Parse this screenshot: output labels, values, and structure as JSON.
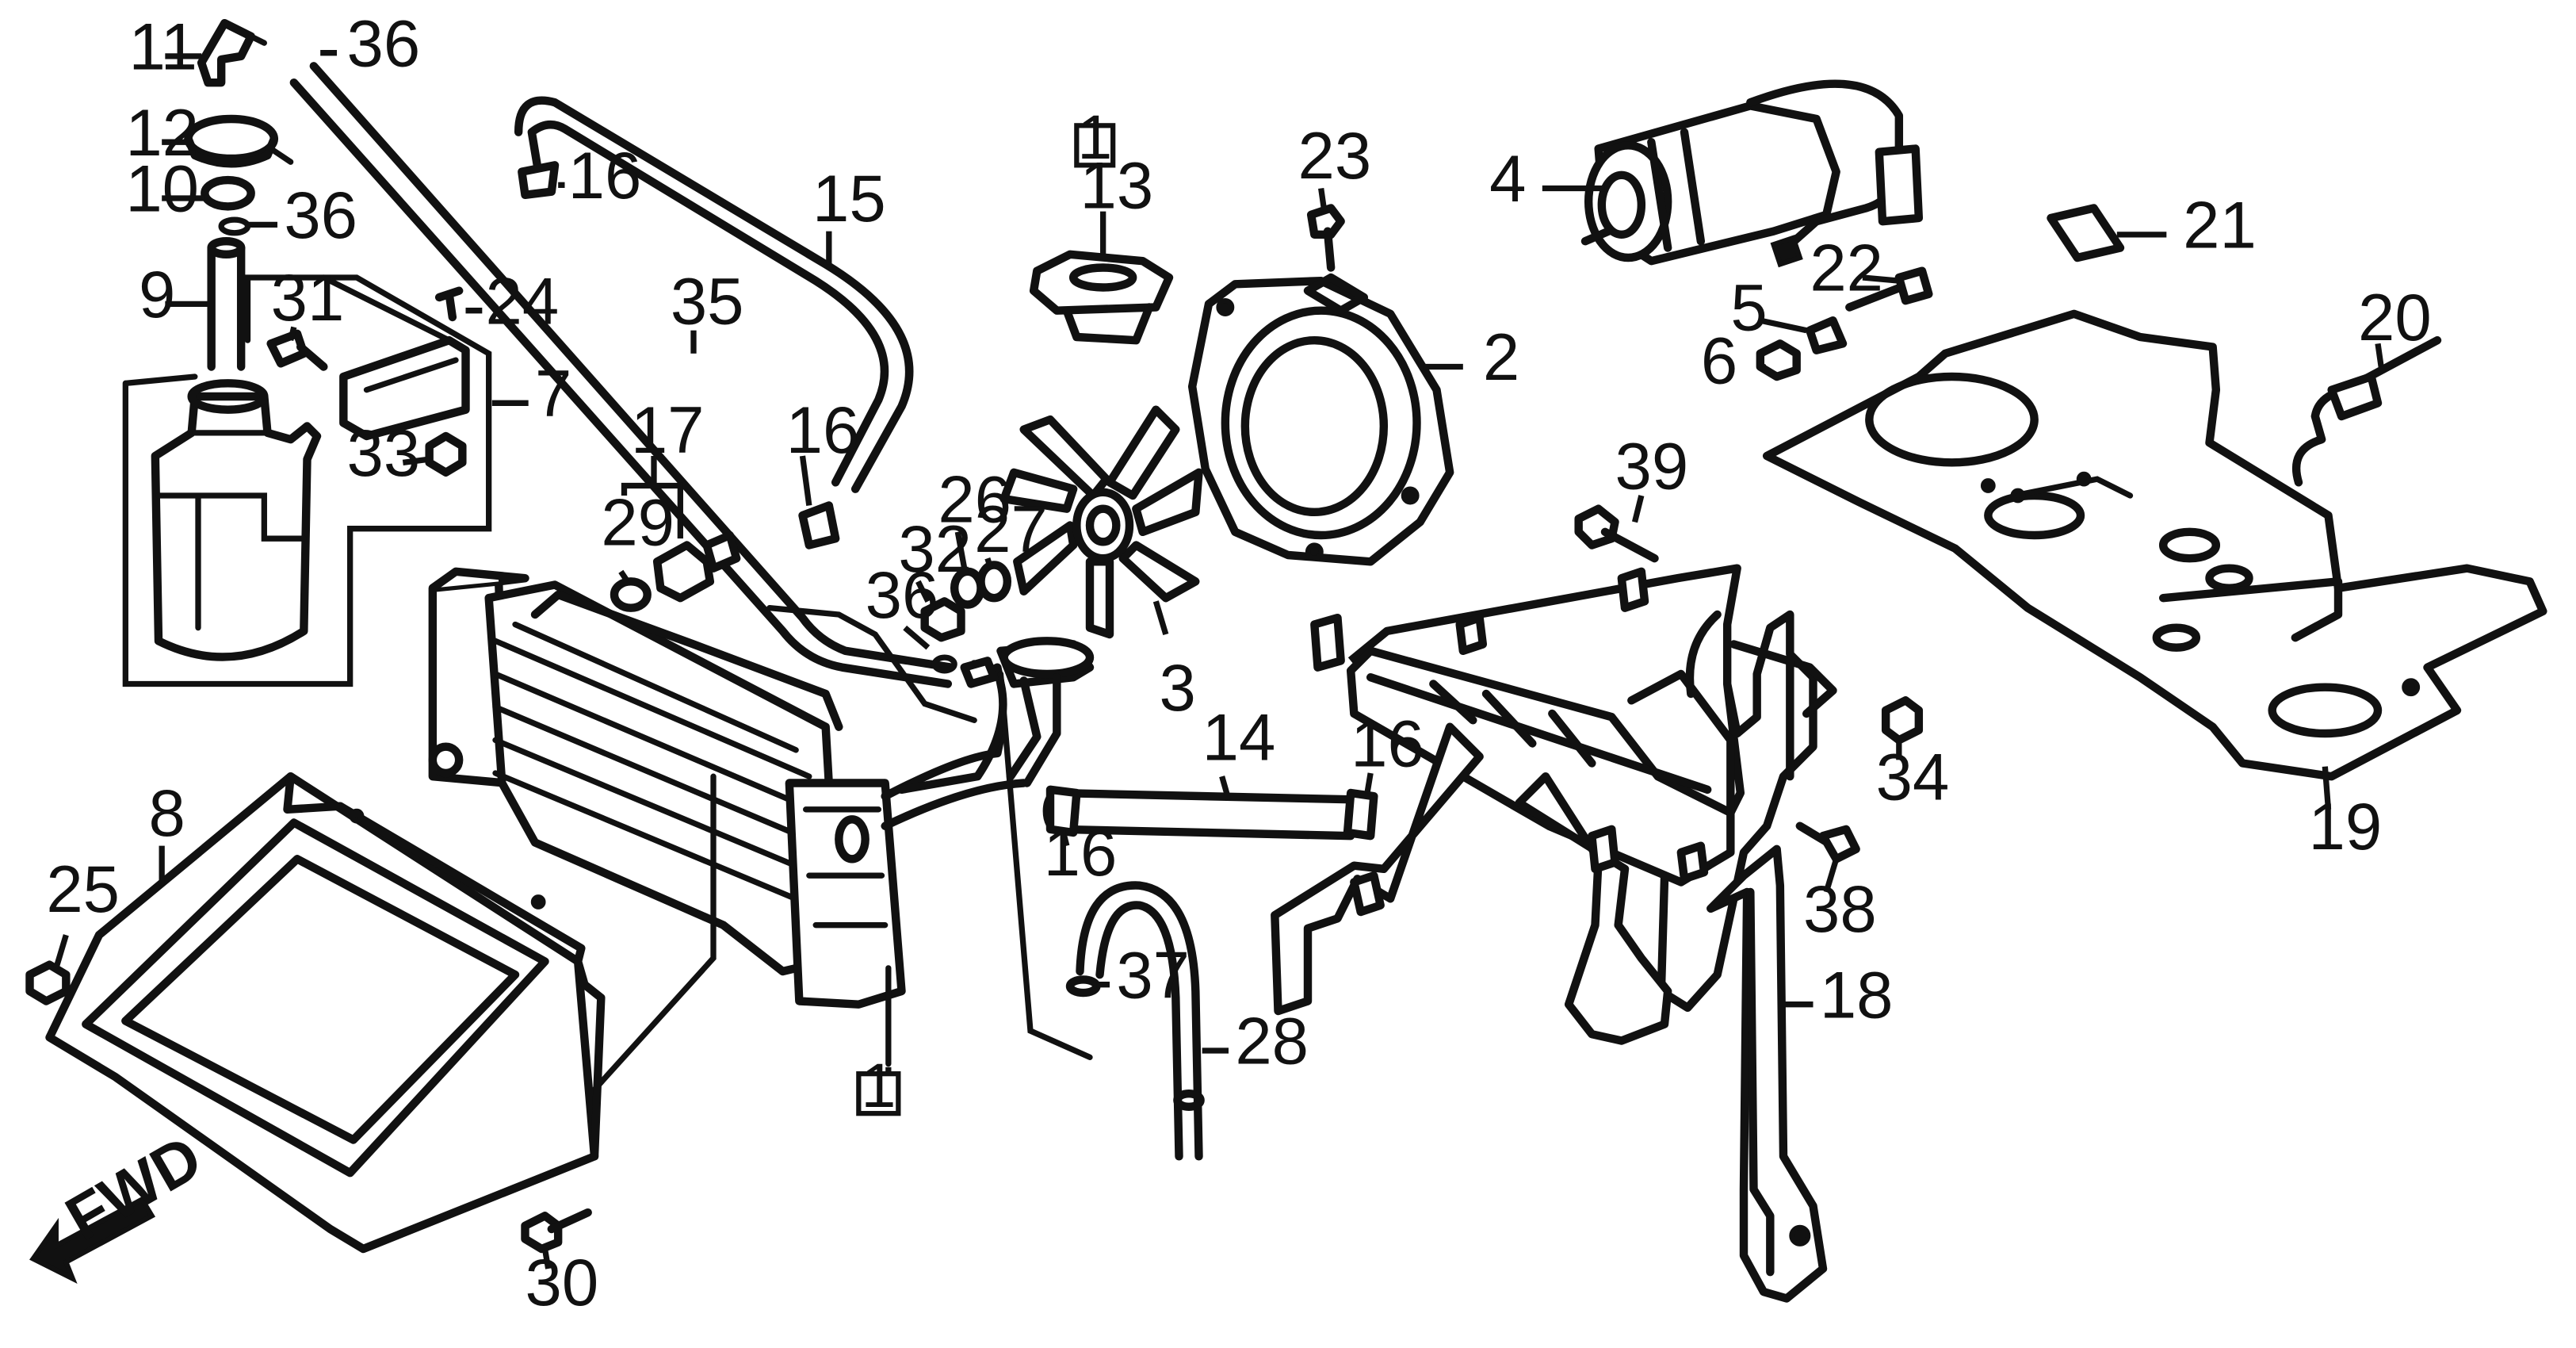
{
  "diagram": {
    "direction_label": "FWD",
    "callouts": [
      {
        "id": "c1",
        "text": "1"
      },
      {
        "id": "c2",
        "text": "2"
      },
      {
        "id": "c3",
        "text": "3"
      },
      {
        "id": "c4",
        "text": "4"
      },
      {
        "id": "c5",
        "text": "5"
      },
      {
        "id": "c6",
        "text": "6"
      },
      {
        "id": "c7",
        "text": "7"
      },
      {
        "id": "c8",
        "text": "8"
      },
      {
        "id": "c9",
        "text": "9"
      },
      {
        "id": "c10",
        "text": "10"
      },
      {
        "id": "c11",
        "text": "11"
      },
      {
        "id": "c12",
        "text": "12"
      },
      {
        "id": "c13",
        "text": "13"
      },
      {
        "id": "c14",
        "text": "14"
      },
      {
        "id": "c15",
        "text": "15"
      },
      {
        "id": "c16",
        "text": "16"
      },
      {
        "id": "c17",
        "text": "17"
      },
      {
        "id": "c18",
        "text": "18"
      },
      {
        "id": "c19",
        "text": "19"
      },
      {
        "id": "c20",
        "text": "20"
      },
      {
        "id": "c21",
        "text": "21"
      },
      {
        "id": "c22",
        "text": "22"
      },
      {
        "id": "c23",
        "text": "23"
      },
      {
        "id": "c24",
        "text": "24"
      },
      {
        "id": "c25",
        "text": "25"
      },
      {
        "id": "c26",
        "text": "26"
      },
      {
        "id": "c27",
        "text": "27"
      },
      {
        "id": "c28",
        "text": "28"
      },
      {
        "id": "c29",
        "text": "29"
      },
      {
        "id": "c30",
        "text": "30"
      },
      {
        "id": "c31",
        "text": "31"
      },
      {
        "id": "c32",
        "text": "32"
      },
      {
        "id": "c33",
        "text": "33"
      },
      {
        "id": "c34",
        "text": "34"
      },
      {
        "id": "c35",
        "text": "35"
      },
      {
        "id": "c36",
        "text": "36"
      },
      {
        "id": "c37",
        "text": "37"
      },
      {
        "id": "c38",
        "text": "38"
      },
      {
        "id": "c39",
        "text": "39"
      }
    ],
    "boxed_reference": "1"
  }
}
